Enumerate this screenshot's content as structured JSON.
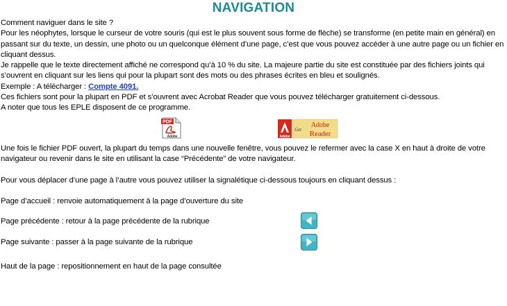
{
  "page": {
    "title": "NAVIGATION"
  },
  "intro": {
    "question": "Comment naviguer dans le site ?",
    "explanation": "Pour les néophytes, lorsque le curseur de votre souris (qui est le plus souvent sous forme de flèche) se transforme (en petite main en général) en passant sur du texte, un dessin, une photo ou un quelconque élément d’une page, c’est que vous pouvez accéder à une autre page ou un fichier en cliquant dessus.",
    "reminder": "Je rappelle que le texte directement affiché ne correspond qu’à 10 % du site. La majeure partie du site est constituée par des fichiers joints qui s’ouvrent en cliquant sur les liens qui pour la plupart sont des mots ou des phrases écrites en bleu et soulignés.",
    "example_prefix": "Exemple : A  télécharger : ",
    "example_link": "Compte 4091.",
    "pdf_info": "Ces fichiers sont pour la plupart en PDF et s’ouvrent avec Acrobat Reader que vous pouvez télécharger gratuitement ci-dessous.",
    "eple_note": "A noter que tous les EPLE disposent de ce programme."
  },
  "icons": {
    "pdf_label": "PDF",
    "pdf_brand": "Adobe",
    "reader_get": "Get",
    "reader_adobe": "Adobe",
    "reader_name": "Reader",
    "reader_logo_text": "Adobe"
  },
  "body": {
    "pdf_open": "Une fois le fichier PDF ouvert, la plupart du temps dans une nouvelle fenêtre, vous pouvez le refermer avec la case X en haut à droite de votre navigateur ou revenir dans le site en utilisant la case “Précédente” de votre navigateur.",
    "signage_intro": "Pour vous déplacer d’une page à l’autre vous pouvez utiliser la signalétique ci-dessous toujours en cliquant dessus :",
    "home": "Page d’accueil : renvoie automatiquement à la page d’ouverture du site",
    "previous": "Page précédente : retour à la page précédente de la rubrique",
    "next": "Page suivante : passer à la page suivante de la rubrique",
    "top": "Haut de la page : repositionnement en haut de la page consultée"
  },
  "colors": {
    "title": "#1c8a95",
    "link": "#1f3fbd",
    "nav_button": "#3fb6c4",
    "pdf_red": "#d42b1e",
    "reader_yellow": "#f2dc8c"
  }
}
